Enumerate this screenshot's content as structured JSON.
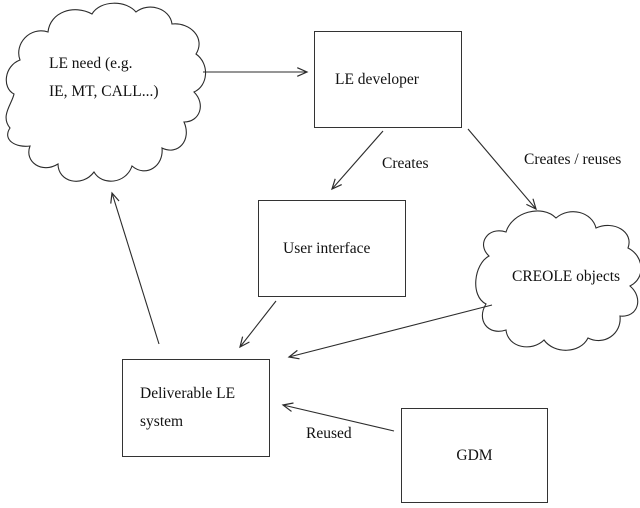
{
  "colors": {
    "background": "#ffffff",
    "line": "#2b2b2b",
    "text": "#111111"
  },
  "nodes": {
    "le_need": {
      "shape": "cloud",
      "lines": [
        "LE need (e.g.",
        "IE, MT, CALL...)"
      ]
    },
    "le_developer": {
      "shape": "rectangle",
      "label": "LE developer"
    },
    "user_interface": {
      "shape": "rectangle",
      "label": "User interface"
    },
    "creole_objects": {
      "shape": "cloud",
      "label": "CREOLE objects"
    },
    "deliverable_le_system": {
      "shape": "rectangle",
      "lines": [
        "Deliverable LE",
        "system"
      ]
    },
    "gdm": {
      "shape": "rectangle",
      "label": "GDM"
    }
  },
  "edges": [
    {
      "from": "le_need",
      "to": "le_developer",
      "label": ""
    },
    {
      "from": "le_developer",
      "to": "user_interface",
      "label": "Creates"
    },
    {
      "from": "le_developer",
      "to": "creole_objects",
      "label": "Creates / reuses"
    },
    {
      "from": "user_interface",
      "to": "deliverable_le_system",
      "label": ""
    },
    {
      "from": "creole_objects",
      "to": "deliverable_le_system",
      "label": ""
    },
    {
      "from": "gdm",
      "to": "deliverable_le_system",
      "label": "Reused"
    },
    {
      "from": "deliverable_le_system",
      "to": "le_need",
      "label": ""
    }
  ]
}
